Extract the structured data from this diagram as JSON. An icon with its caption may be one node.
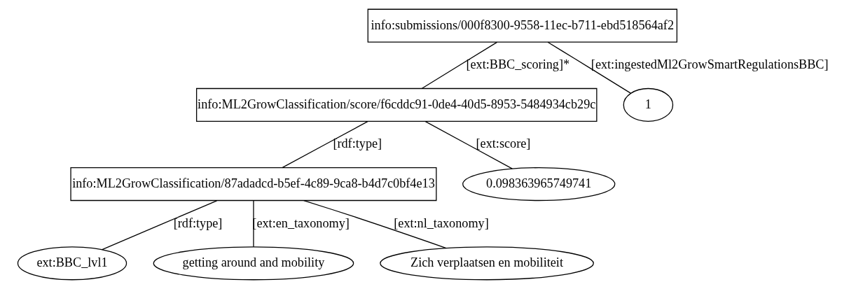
{
  "diagram": {
    "nodes": [
      {
        "text": [
          "info:submissions/000f8300-9558-11ec-b711-ebd518564af2"
        ]
      },
      {
        "text": [
          "info:ML2GrowClassification/score/f6cddc91-0de4-40d5-8953-5484934cb29c"
        ]
      },
      {
        "text": [
          "1"
        ]
      },
      {
        "text": [
          "info:ML2GrowClassification/87adadcd-b5ef-4c89-9ca8-b4d7c0bf4e13"
        ]
      },
      {
        "text": [
          "0.098363965749741"
        ]
      },
      {
        "text": [
          "ext:BBC_lvl1"
        ]
      },
      {
        "text": [
          "getting around and mobility"
        ]
      },
      {
        "text": [
          "Zich verplaatsen en mobiliteit"
        ]
      }
    ],
    "edges": [
      {
        "from": 0,
        "to": 1,
        "arrow": "none",
        "label": "[ext:BBC_scoring]*"
      },
      {
        "from": 0,
        "to": 2,
        "arrow": "none",
        "label": "[ext:ingestedMl2GrowSmartRegulationsBBC]"
      },
      {
        "from": 1,
        "to": 3,
        "arrow": "none",
        "label": "[rdf:type]"
      },
      {
        "from": 1,
        "to": 4,
        "arrow": "none",
        "label": "[ext:score]"
      },
      {
        "from": 3,
        "to": 5,
        "arrow": "none",
        "label": "[rdf:type]"
      },
      {
        "from": 3,
        "to": 6,
        "arrow": "none",
        "label": "[ext:en_taxonomy]"
      },
      {
        "from": 3,
        "to": 7,
        "arrow": "none",
        "label": "[ext:nl_taxonomy]"
      }
    ]
  }
}
